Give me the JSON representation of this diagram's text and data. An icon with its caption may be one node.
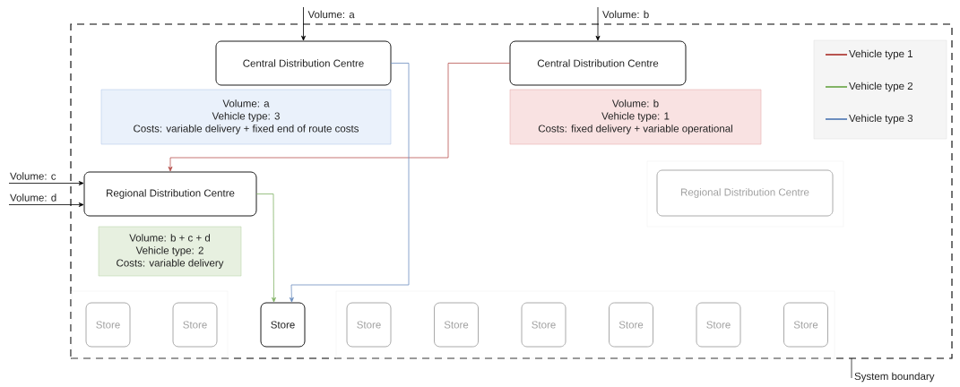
{
  "diagram": {
    "nodes": [
      {
        "text": [
          "System boundary"
        ]
      },
      {
        "text": [
          "Central Distribution Centre"
        ],
        "in": 0
      },
      {
        "text": [
          "Central Distribution Centre"
        ],
        "in": 0
      },
      {
        "text": [
          "Volume: a",
          "Vehicle type: 3",
          "Costs: variable delivery + fixed end of route costs"
        ],
        "in": 0
      },
      {
        "text": [
          "Volume: b",
          "Vehicle type: 1",
          "Costs: fixed delivery + variable operational"
        ],
        "in": 0
      },
      {
        "text": [
          "Regional Distribution Centre"
        ],
        "in": 0
      },
      {
        "text": [],
        "shape": "box",
        "in": 0
      },
      {
        "text": [
          "Regional Distribution Centre"
        ],
        "in": 6
      },
      {
        "text": [
          "Volume: b + c + d",
          "Vehicle type: 2",
          "Costs: variable delivery"
        ],
        "in": 0
      },
      {
        "text": [],
        "shape": "box",
        "in": 0
      },
      {
        "text": [
          "Store"
        ],
        "in": 9
      },
      {
        "text": [
          "Store"
        ],
        "in": 9
      },
      {
        "text": [
          "Store"
        ],
        "in": 0
      },
      {
        "text": [],
        "shape": "box",
        "in": 0
      },
      {
        "text": [
          "Store"
        ],
        "in": 13
      },
      {
        "text": [
          "Store"
        ],
        "in": 13
      },
      {
        "text": [
          "Store"
        ],
        "in": 13
      },
      {
        "text": [
          "Store"
        ],
        "in": 13
      },
      {
        "text": [
          "Store"
        ],
        "in": 13
      },
      {
        "text": [
          "Store"
        ],
        "in": 13
      }
    ],
    "edges": [
      {
        "from": null,
        "to": 1,
        "arrow": "to",
        "label": "Volume: a"
      },
      {
        "from": null,
        "to": 2,
        "arrow": "to",
        "label": "Volume: b"
      },
      {
        "from": null,
        "to": 5,
        "arrow": "to",
        "label": "Volume: c"
      },
      {
        "from": null,
        "to": 5,
        "arrow": "to",
        "label": "Volume: d"
      },
      {
        "from": 2,
        "to": 5,
        "arrow": "to",
        "color": "#b85450"
      },
      {
        "from": 1,
        "to": 12,
        "arrow": "to",
        "color": "#6c8ebf"
      },
      {
        "from": 5,
        "to": 12,
        "arrow": "to",
        "color": "#82b366"
      }
    ],
    "legend": [
      {
        "text": "Vehicle type 1",
        "color": "#b85450"
      },
      {
        "text": "Vehicle type 2",
        "color": "#82b366"
      },
      {
        "text": "Vehicle type 3",
        "color": "#6c8ebf"
      }
    ]
  }
}
